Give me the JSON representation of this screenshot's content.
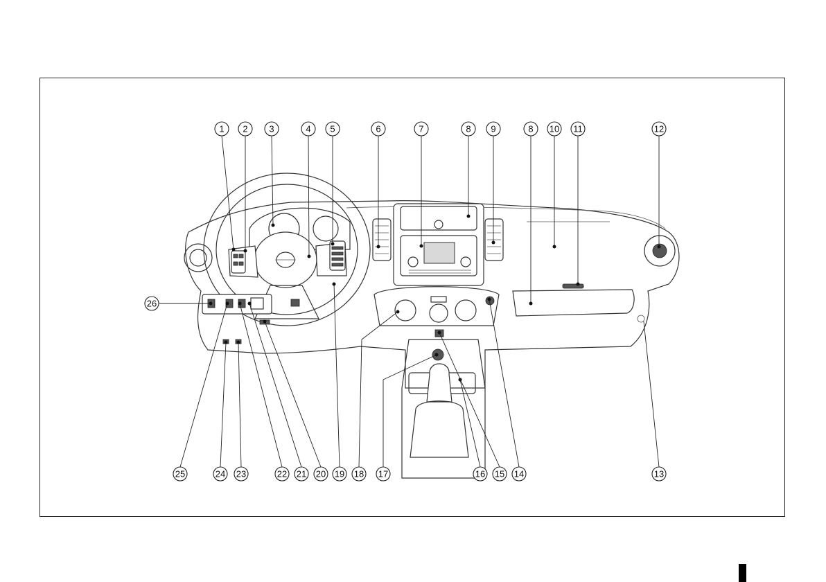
{
  "diagram": {
    "callouts_top": [
      "1",
      "2",
      "3",
      "4",
      "5",
      "6",
      "7",
      "8",
      "9",
      "8",
      "10",
      "11",
      "12"
    ],
    "callouts_bottom": [
      "25",
      "24",
      "23",
      "22",
      "21",
      "20",
      "19",
      "18",
      "17",
      "16",
      "15",
      "14",
      "13"
    ],
    "callout_left": "26"
  },
  "colors": {
    "line": "#222222",
    "fill": "#ffffff",
    "shade": "#d9d9d9"
  }
}
